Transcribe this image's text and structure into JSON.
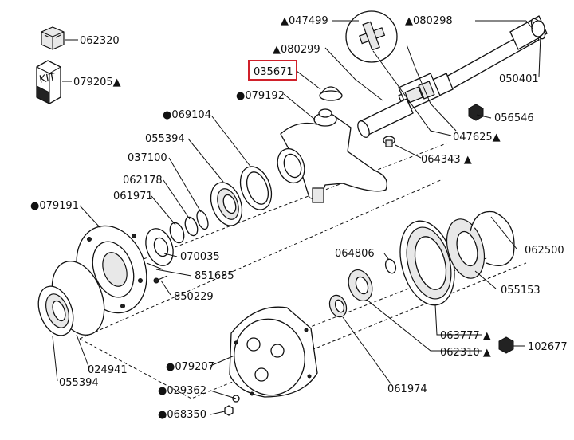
{
  "highlighted_part": "035671",
  "labels": [
    {
      "id": "062320",
      "text": "062320",
      "marker": ""
    },
    {
      "id": "079205",
      "text": "079205",
      "marker": "▲"
    },
    {
      "id": "047499",
      "text": "047499",
      "marker": "▲"
    },
    {
      "id": "080298",
      "text": "080298",
      "marker": "▲"
    },
    {
      "id": "080299",
      "text": "080299",
      "marker": "▲"
    },
    {
      "id": "035671",
      "text": "035671",
      "marker": ""
    },
    {
      "id": "079192",
      "text": "079192",
      "marker": "●"
    },
    {
      "id": "050401",
      "text": "050401",
      "marker": ""
    },
    {
      "id": "056546",
      "text": "056546",
      "marker": ""
    },
    {
      "id": "069104",
      "text": "069104",
      "marker": "●"
    },
    {
      "id": "047625",
      "text": "047625",
      "marker": "▲"
    },
    {
      "id": "055394a",
      "text": "055394",
      "marker": ""
    },
    {
      "id": "064343",
      "text": "064343",
      "marker": "▲"
    },
    {
      "id": "037100",
      "text": "037100",
      "marker": ""
    },
    {
      "id": "062178",
      "text": "062178",
      "marker": ""
    },
    {
      "id": "061971",
      "text": "061971",
      "marker": ""
    },
    {
      "id": "079191",
      "text": "079191",
      "marker": "●"
    },
    {
      "id": "070035",
      "text": "070035",
      "marker": ""
    },
    {
      "id": "064806",
      "text": "064806",
      "marker": ""
    },
    {
      "id": "062500",
      "text": "062500",
      "marker": ""
    },
    {
      "id": "851685",
      "text": "851685",
      "marker": ""
    },
    {
      "id": "850229",
      "text": "850229",
      "marker": ""
    },
    {
      "id": "055153",
      "text": "055153",
      "marker": ""
    },
    {
      "id": "063777",
      "text": "063777",
      "marker": "▲"
    },
    {
      "id": "102677",
      "text": "102677",
      "marker": ""
    },
    {
      "id": "062310",
      "text": "062310",
      "marker": "▲"
    },
    {
      "id": "024941",
      "text": "024941",
      "marker": ""
    },
    {
      "id": "055394b",
      "text": "055394",
      "marker": ""
    },
    {
      "id": "079207",
      "text": "079207",
      "marker": "●"
    },
    {
      "id": "061974",
      "text": "061974",
      "marker": ""
    },
    {
      "id": "029362",
      "text": "029362",
      "marker": "●"
    },
    {
      "id": "068350",
      "text": "068350",
      "marker": "●"
    }
  ],
  "kit_box_text": "KIT"
}
